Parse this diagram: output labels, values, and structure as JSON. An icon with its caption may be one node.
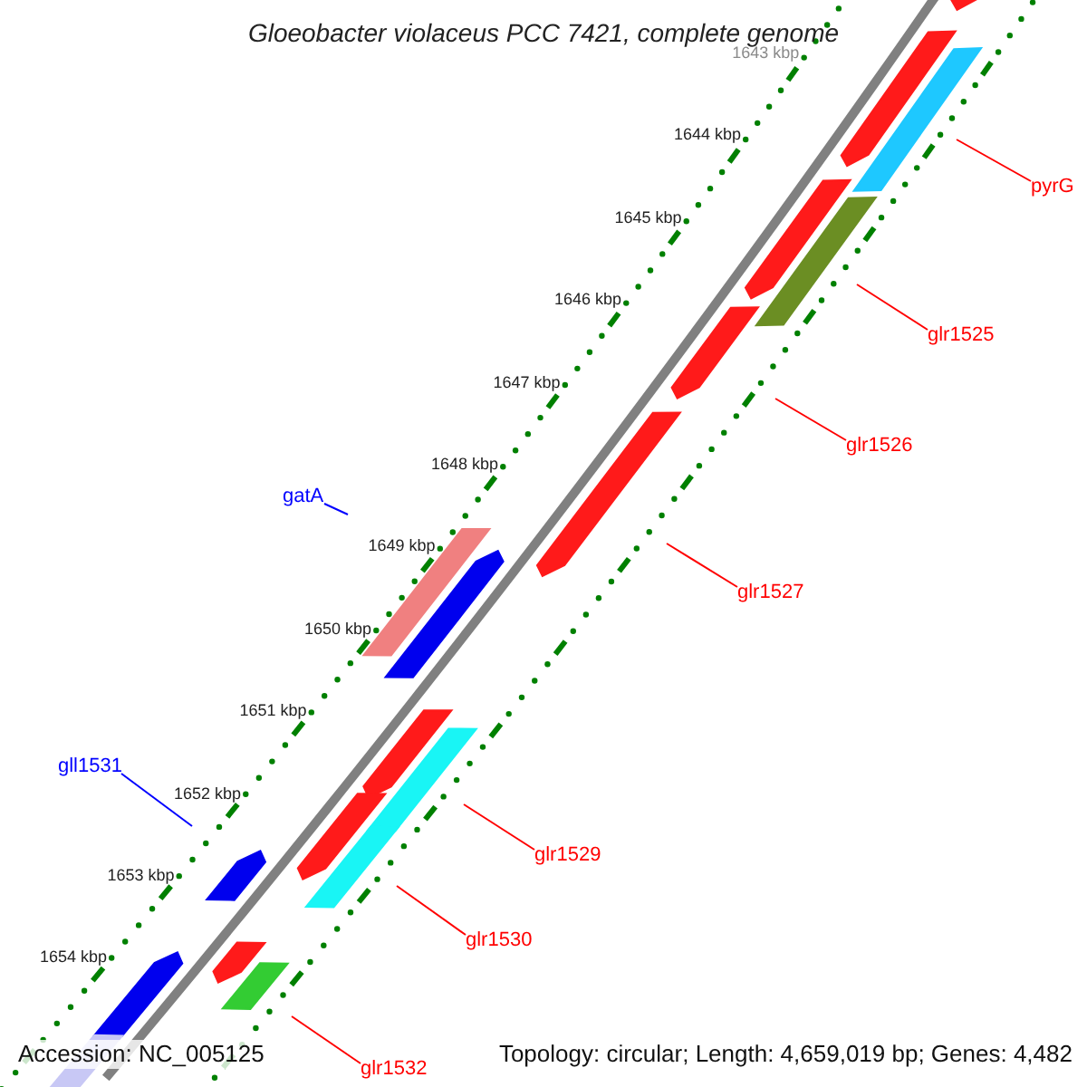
{
  "diagram": {
    "title": "Gloeobacter violaceus PCC 7421, complete genome",
    "nodes": [
      {
        "text": [
          "pyrG"
        ]
      },
      {
        "text": [
          "glr1525"
        ]
      },
      {
        "text": [
          "glr1526"
        ]
      },
      {
        "text": [
          "gatA"
        ]
      },
      {
        "text": [
          "glr1527"
        ]
      },
      {
        "text": [
          "gll1531"
        ]
      },
      {
        "text": [
          "glr1529"
        ]
      },
      {
        "text": [
          "glr1530"
        ]
      },
      {
        "text": [
          "glr1532"
        ]
      }
    ],
    "edges": [
      {
        "from": 0,
        "to": null,
        "arrow": "none"
      },
      {
        "from": 1,
        "to": null,
        "arrow": "none"
      },
      {
        "from": 2,
        "to": null,
        "arrow": "none"
      },
      {
        "from": 3,
        "to": null,
        "arrow": "none",
        "color": "#0000ff"
      },
      {
        "from": 4,
        "to": null,
        "arrow": "none"
      },
      {
        "from": 5,
        "to": null,
        "arrow": "none",
        "color": "#0000ff"
      },
      {
        "from": 6,
        "to": null,
        "arrow": "none"
      },
      {
        "from": 7,
        "to": null,
        "arrow": "none"
      },
      {
        "from": 8,
        "to": null,
        "arrow": "none"
      }
    ],
    "labels": [
      "1643 kbp",
      "1644 kbp",
      "1645 kbp",
      "1646 kbp",
      "1647 kbp",
      "1648 kbp",
      "1649 kbp",
      "1650 kbp",
      "1651 kbp",
      "1652 kbp",
      "1653 kbp",
      "1654 kbp",
      "Accession: NC_005125",
      "Topology: circular; Length: 4,659,019 bp; Genes: 4,482"
    ]
  }
}
